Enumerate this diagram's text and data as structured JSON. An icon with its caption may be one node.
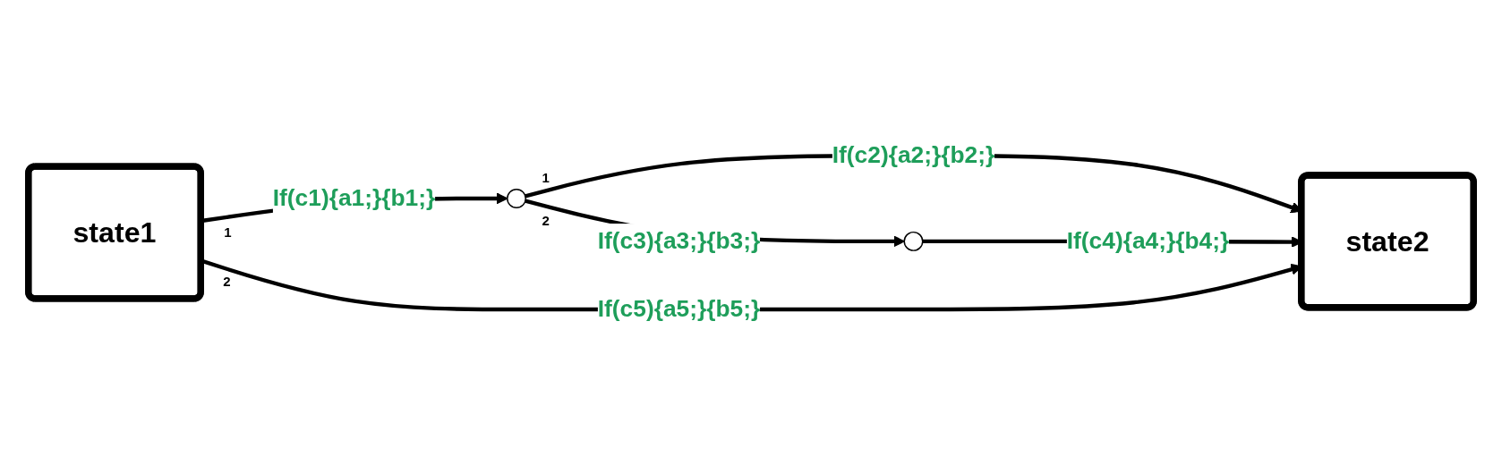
{
  "diagram": {
    "nodes": [
      {
        "text": [
          "state1"
        ]
      },
      {
        "text": [],
        "shape": "circle"
      },
      {
        "text": [],
        "shape": "circle"
      },
      {
        "text": [
          "state2"
        ]
      }
    ],
    "edges": [
      {
        "from": 0,
        "to": 1,
        "arrow": "to",
        "label": "If(c1){a1;}{b1;}"
      },
      {
        "from": 1,
        "to": 3,
        "arrow": "to",
        "label": "If(c2){a2;}{b2;}"
      },
      {
        "from": 1,
        "to": 2,
        "arrow": "to",
        "label": "If(c3){a3;}{b3;}"
      },
      {
        "from": 2,
        "to": 3,
        "arrow": "to",
        "label": "If(c4){a4;}{b4;}"
      },
      {
        "from": 0,
        "to": 3,
        "arrow": "to",
        "label": "If(c5){a5;}{b5;}"
      }
    ],
    "labels": [
      "1",
      "2",
      "1",
      "2"
    ]
  }
}
